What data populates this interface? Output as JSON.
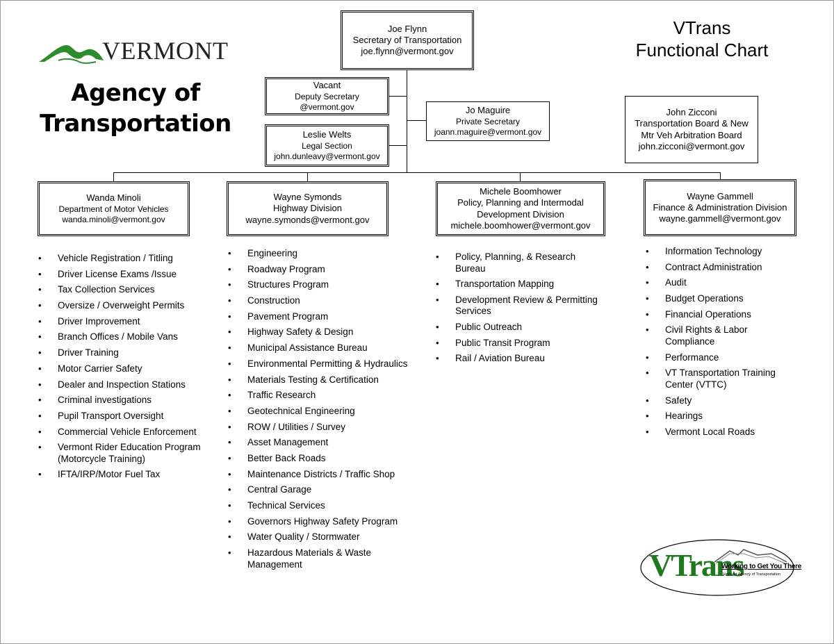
{
  "header": {
    "logo_text": "VERMONT",
    "agency_line1": "Agency of",
    "agency_line2": "Transportation",
    "chart_title_line1": "VTrans",
    "chart_title_line2": "Functional Chart"
  },
  "secretary": {
    "name": "Joe Flynn",
    "title": "Secretary of Transportation",
    "email": "joe.flynn@vermont.gov"
  },
  "deputy": {
    "name": "Vacant",
    "title": "Deputy Secretary",
    "email": "@vermont.gov"
  },
  "legal": {
    "name": "Leslie Welts",
    "title": "Legal Section",
    "email": "john.dunleavy@vermont.gov"
  },
  "private_secretary": {
    "name": "Jo Maguire",
    "title": "Private Secretary",
    "email": "joann.maguire@vermont.gov"
  },
  "board": {
    "name": "John Zicconi",
    "title1": "Transportation Board & New",
    "title2": "Mtr Veh Arbitration Board",
    "email": "john.zicconi@vermont.gov"
  },
  "divisions": [
    {
      "name": "Wanda Minoli",
      "title": "Department of Motor Vehicles",
      "email": "wanda.minoli@vermont.gov",
      "items": [
        "Vehicle Registration / Titling",
        "Driver License Exams /Issue",
        "Tax Collection Services",
        "Oversize / Overweight Permits",
        "Driver Improvement",
        "Branch Offices / Mobile Vans",
        "Driver Training",
        "Motor Carrier Safety",
        "Dealer and Inspection Stations",
        "Criminal investigations",
        "Pupil Transport Oversight",
        "Commercial Vehicle Enforcement",
        "Vermont Rider Education Program (Motorcycle Training)",
        "IFTA/IRP/Motor Fuel Tax"
      ]
    },
    {
      "name": "Wayne Symonds",
      "title": "Highway Division",
      "email": "wayne.symonds@vermont.gov",
      "items": [
        "Engineering",
        "Roadway Program",
        "Structures Program",
        "Construction",
        "Pavement Program",
        "Highway Safety & Design",
        "Municipal Assistance Bureau",
        "Environmental Permitting & Hydraulics",
        "Materials Testing & Certification",
        "Traffic Research",
        "Geotechnical Engineering",
        "ROW / Utilities / Survey",
        "Asset Management",
        "Better Back Roads",
        "Maintenance Districts / Traffic Shop",
        "Central Garage",
        "Technical Services",
        "Governors Highway Safety Program",
        "Water Quality / Stormwater",
        "Hazardous Materials & Waste Management"
      ]
    },
    {
      "name": "Michele Boomhower",
      "title1": "Policy, Planning and Intermodal",
      "title2": "Development Division",
      "email": "michele.boomhower@vermont.gov",
      "items": [
        "Policy, Planning, &  Research Bureau",
        "Transportation Mapping",
        "Development Review & Permitting Services",
        "Public Outreach",
        "Public Transit Program",
        "Rail / Aviation Bureau"
      ]
    },
    {
      "name": "Wayne Gammell",
      "title": "Finance & Administration Division",
      "email": "wayne.gammell@vermont.gov",
      "items": [
        "Information Technology",
        "Contract Administration",
        "Audit",
        "Budget Operations",
        "Financial Operations",
        "Civil Rights & Labor Compliance",
        "Performance",
        "VT Transportation Training Center (VTTC)",
        "Safety",
        "Hearings",
        "Vermont Local Roads"
      ]
    }
  ],
  "footer_logo": {
    "brand": "VTrans",
    "tagline": "Working to Get You There",
    "subtagline": "Vermont Agency of Transportation"
  },
  "colors": {
    "logo_green": "#2e8b2e",
    "vtrans_green": "#1f7a1f"
  }
}
